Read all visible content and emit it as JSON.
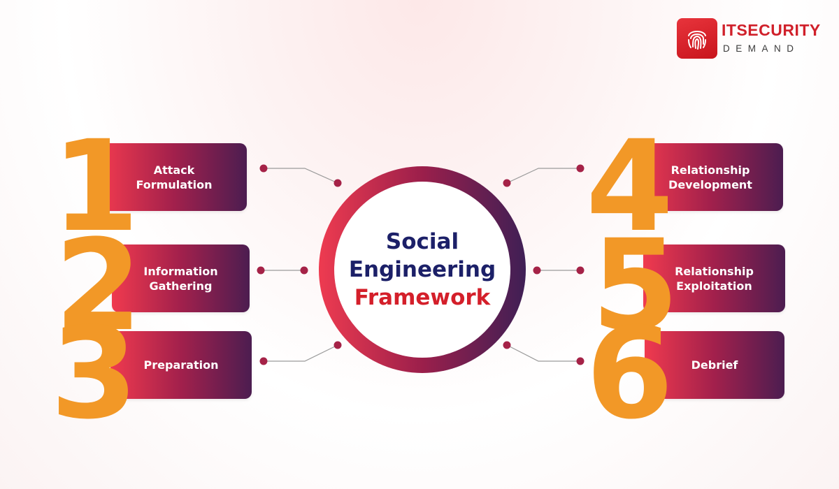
{
  "logo": {
    "title": "ITSECURITY",
    "subtitle": "DEMAND",
    "icon": "fingerprint-icon"
  },
  "center": {
    "line1": "Social",
    "line2": "Engineering",
    "line3": "Framework"
  },
  "steps": [
    {
      "number": "1",
      "label": "Attack\nFormulation"
    },
    {
      "number": "2",
      "label": "Information\nGathering"
    },
    {
      "number": "3",
      "label": "Preparation"
    },
    {
      "number": "4",
      "label": "Relationship\nDevelopment"
    },
    {
      "number": "5",
      "label": "Relationship\nExploitation"
    },
    {
      "number": "6",
      "label": "Debrief"
    }
  ],
  "colors": {
    "number": "#f29827",
    "card_start": "#f03a4e",
    "card_end": "#4c1d50",
    "title_navy": "#1c2068",
    "title_red": "#d41f2a"
  }
}
